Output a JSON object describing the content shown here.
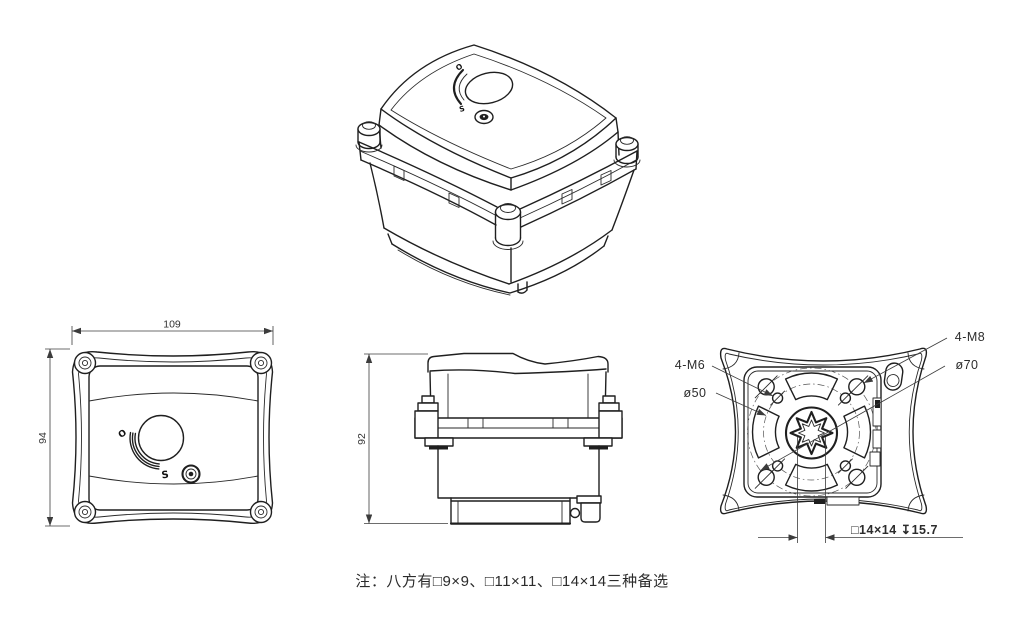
{
  "meta": {
    "line_color": "#1f1f1f",
    "dim_color": "#3c3c3c",
    "background": "#ffffff"
  },
  "top_view": {
    "dim_width": "109",
    "dim_height": "94",
    "mark_open": "O",
    "mark_shut": "S"
  },
  "front_view": {
    "dim_height": "92"
  },
  "bottom_view": {
    "callout_m6": "4-M6",
    "callout_bc50": "ø50",
    "callout_m8": "4-M8",
    "callout_bc70": "ø70",
    "dim_socket": "□14×14 ↧15.7"
  },
  "iso_view": {
    "mark_open": "O",
    "mark_shut": "S"
  },
  "note_text": "注：八方有□9×9、□11×11、□14×14三种备选"
}
